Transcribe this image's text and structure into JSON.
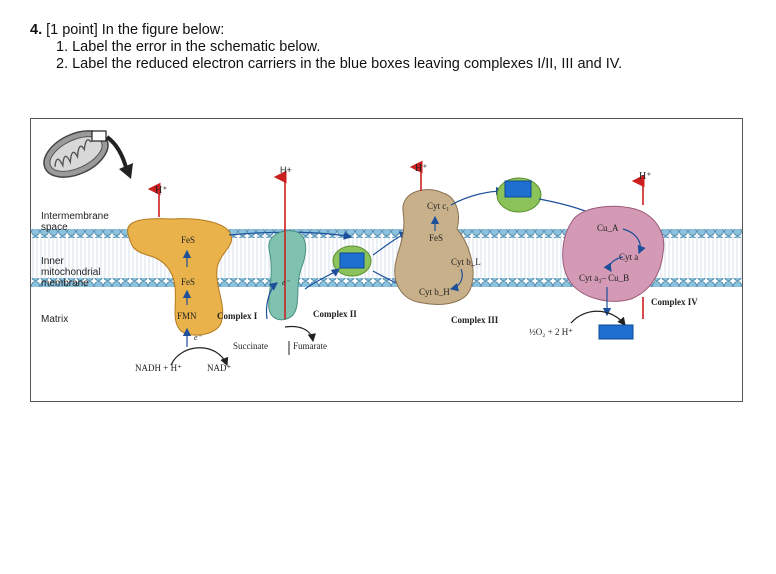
{
  "question": {
    "number": "4.",
    "points": "[1 point] In the figure below:",
    "items": [
      "1. Label the error in the schematic below.",
      "2. Label the reduced electron carriers in the blue boxes leaving complexes I/II, III and IV."
    ]
  },
  "diagram": {
    "regions": {
      "intermembrane_1": "Intermembrane",
      "intermembrane_2": "space",
      "inner_1": "Inner",
      "inner_2": "mitochondrial",
      "inner_3": "membrane",
      "matrix": "Matrix"
    },
    "proton_labels": {
      "complex1": "H⁺",
      "complex2": "H+",
      "complex3": "H⁺",
      "complex4": "H⁺"
    },
    "complex1": {
      "name": "Complex I",
      "fes_top": "FeS",
      "fes_bottom": "FeS",
      "fmn": "FMN",
      "electron": "e⁻",
      "nadh": "NADH + H⁺",
      "nad": "NAD⁺"
    },
    "complex2": {
      "name": "Complex II",
      "electron": "e⁻",
      "succinate": "Succinate",
      "fumarate": "Fumarate"
    },
    "complex3": {
      "name": "Complex III",
      "cyt_c1": "Cyt c₁",
      "fes": "FeS",
      "cyt_bl": "Cyt b_L",
      "cyt_bh": "Cyt b_H"
    },
    "complex4": {
      "name": "Complex IV",
      "cua": "Cu_A",
      "cyt_a": "Cyt a",
      "cyt_a3_cub": "Cyt a₃– Cu_B",
      "oxygen": "½O₂ + 2 H⁺"
    },
    "colors": {
      "blue_box": "#1e6fd0",
      "complex1": "#e9b24a",
      "complex2": "#7fc2b0",
      "complex3": "#c8b08a",
      "complex4": "#d49ab5",
      "proton_arrow": "#cc1f1f",
      "electron_arrow": "#1d4f9a",
      "membrane": "#6fa8c7"
    }
  }
}
